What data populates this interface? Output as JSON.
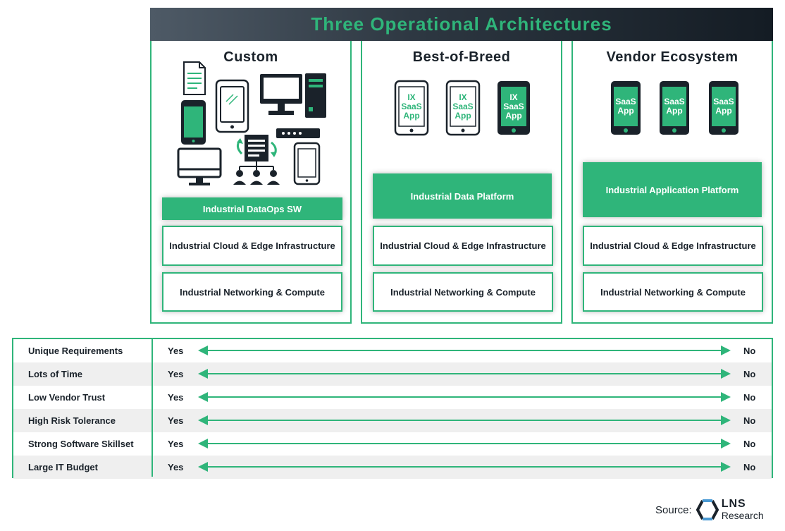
{
  "header": {
    "title": "Three Operational Architectures"
  },
  "columns": [
    {
      "title": "Custom",
      "layers": [
        "Industrial DataOps SW",
        "Industrial Cloud & Edge Infrastructure",
        "Industrial Networking & Compute"
      ]
    },
    {
      "title": "Best-of-Breed",
      "layers": [
        "Industrial Data Platform",
        "Industrial Cloud & Edge Infrastructure",
        "Industrial Networking & Compute"
      ],
      "phone_app_labels": [
        "IX",
        "SaaS",
        "App"
      ]
    },
    {
      "title": "Vendor Ecosystem",
      "layers": [
        "Industrial Application Platform",
        "Industrial Cloud & Edge Infrastructure",
        "Industrial Networking & Compute"
      ],
      "phone_app_labels": [
        "SaaS",
        "App"
      ]
    }
  ],
  "comparison": {
    "rows": [
      {
        "label": "Unique Requirements",
        "left": "Yes",
        "right": "No"
      },
      {
        "label": "Lots of Time",
        "left": "Yes",
        "right": "No"
      },
      {
        "label": "Low Vendor Trust",
        "left": "Yes",
        "right": "No"
      },
      {
        "label": "High Risk Tolerance",
        "left": "Yes",
        "right": "No"
      },
      {
        "label": "Strong Software Skillset",
        "left": "Yes",
        "right": "No"
      },
      {
        "label": "Large IT Budget",
        "left": "Yes",
        "right": "No"
      }
    ]
  },
  "source": {
    "label": "Source:",
    "logo_main": "LNS",
    "logo_sub": "Research"
  },
  "colors": {
    "accent": "#2fb57a",
    "dark": "#1a222a"
  },
  "icons": [
    "document-icon",
    "tablet-icon",
    "desktop-monitor-icon",
    "pc-tower-icon",
    "smartphone-icon",
    "router-icon",
    "monitor-icon",
    "data-flow-icon",
    "phone-icon"
  ]
}
